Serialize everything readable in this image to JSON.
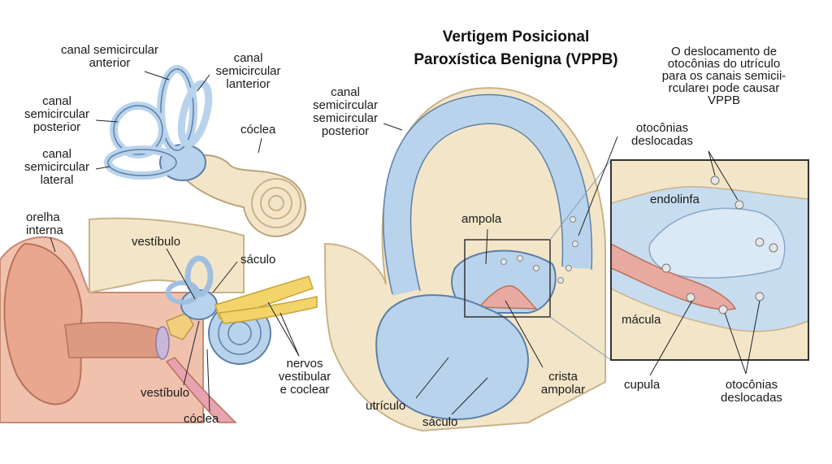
{
  "title": "Vertigem Posicional\nParoxística Benigna (VPPB)",
  "note": "O deslocamento de\notocônias do utrículo\npara os canais semicii-\nrculareı pode causar\nVPPB",
  "labels": {
    "canal_anterior": "canal semicircular\nanterior",
    "canal_lanterior": "canal\nsemicircular\nlanterior",
    "canal_posterior_left": "canal\nsemicircular\nposterior",
    "canal_lateral": "canal\nsemicircular\nlateral",
    "coclea_top": "cóclea",
    "orelha_interna": "orelha\ninterna",
    "vestibulo_top": "vestíbulo",
    "saculo_left": "sáculo",
    "vestibulo_bottom": "vestíbulo",
    "coclea_bottom": "cóclea",
    "nervos": "nervos\nvestibular\ne coclear",
    "canal_posterior_center": "canal\nsemicircular\nsemicircular\nposterior",
    "ampola": "ampola",
    "utriculo": "utrículo",
    "saculo_center": "sáculo",
    "crista_ampolar": "crista\nampolar",
    "otoconias_top": "otocônias\ndeslocadas",
    "endolinfa": "endolinfa",
    "macula": "mácula",
    "cupula": "cupula",
    "otoconias_bottom": "otocônias\ndeslocadas"
  },
  "colors": {
    "labyrinth_blue": "#b9d3ec",
    "labyrinth_outline": "#5b7fa8",
    "bone_beige": "#f3e6c8",
    "skin_pink": "#e9a78f",
    "nerve_yellow": "#f2d46a",
    "macula_pink": "#e8a9a0",
    "otoconia_gray": "#e6e6e6"
  }
}
